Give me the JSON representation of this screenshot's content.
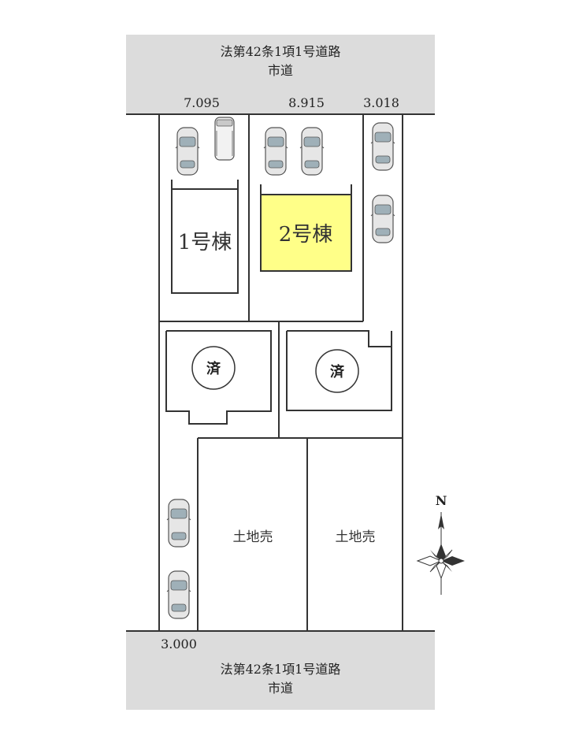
{
  "roads": {
    "north": {
      "line1": "法第42条1項1号道路",
      "line2": "市道"
    },
    "south": {
      "line1": "法第42条1項1号道路",
      "line2": "市道"
    }
  },
  "dimensions": {
    "lot1_frontage": "7.095",
    "lot2_frontage": "8.915",
    "passage_north": "3.018",
    "passage_south": "3.000"
  },
  "lots": {
    "lot1": {
      "label": "1号棟"
    },
    "lot2": {
      "label": "2号棟",
      "highlight_color": "#ffff88"
    },
    "sold_left": {
      "label": "済"
    },
    "sold_right": {
      "label": "済"
    },
    "land_left": {
      "label": "土地売"
    },
    "land_right": {
      "label": "土地売"
    }
  },
  "compass": {
    "label": "N"
  },
  "colors": {
    "road": "#dcdcdc",
    "line": "#333333"
  }
}
